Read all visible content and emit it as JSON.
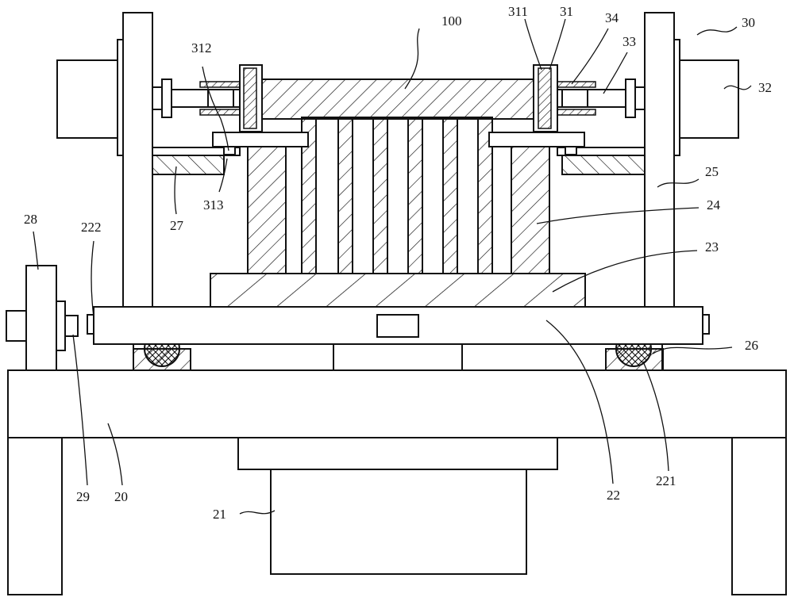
{
  "figure": {
    "colors": {
      "line": "#111111",
      "background": "#ffffff"
    },
    "labels": {
      "l20": "20",
      "l21": "21",
      "l22": "22",
      "l23": "23",
      "l24": "24",
      "l25": "25",
      "l26": "26",
      "l27": "27",
      "l28": "28",
      "l29": "29",
      "l30": "30",
      "l31": "31",
      "l32": "32",
      "l33": "33",
      "l34": "34",
      "l100": "100",
      "l221": "221",
      "l222": "222",
      "l311": "311",
      "l312": "312",
      "l313": "313"
    }
  }
}
